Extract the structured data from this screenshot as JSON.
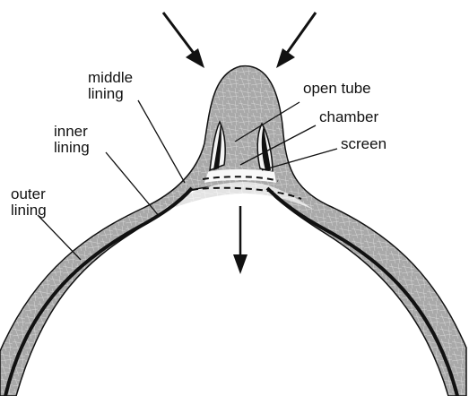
{
  "labels": {
    "middle_lining": [
      "middle",
      "lining"
    ],
    "inner_lining": [
      "inner",
      "lining"
    ],
    "outer_lining": [
      "outer",
      "lining"
    ],
    "open_tube": "open tube",
    "chamber": "chamber",
    "screen": "screen"
  },
  "colors": {
    "tissue_gray": "#a9a9a9",
    "light_band": "#e4e4e4",
    "outline": "#111111",
    "background": "#ffffff"
  }
}
